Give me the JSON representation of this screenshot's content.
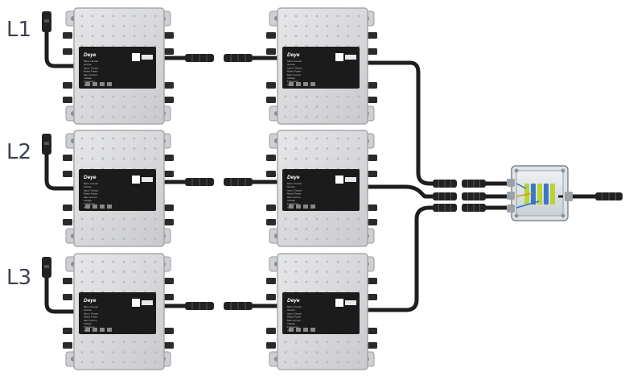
{
  "phases": [
    "L1",
    "L2",
    "L3"
  ],
  "inverter": {
    "brand": "Deye",
    "label_lines": [
      "Micro Inverter",
      "Grid-tie",
      "Input / Output",
      "Rated Power",
      "Max Current",
      "Voltage",
      "Frequency",
      "IP67"
    ]
  },
  "colors": {
    "label": "#3a4150",
    "cable": "#1e1e1e",
    "inverter_body": "#d8d9db",
    "inverter_label": "#1b1b1b",
    "junction_green": "#b7d433",
    "junction_blue": "#3a78c4"
  },
  "icons": [
    "mc4-connector-icon",
    "ac-plug-icon",
    "junction-box-icon"
  ]
}
